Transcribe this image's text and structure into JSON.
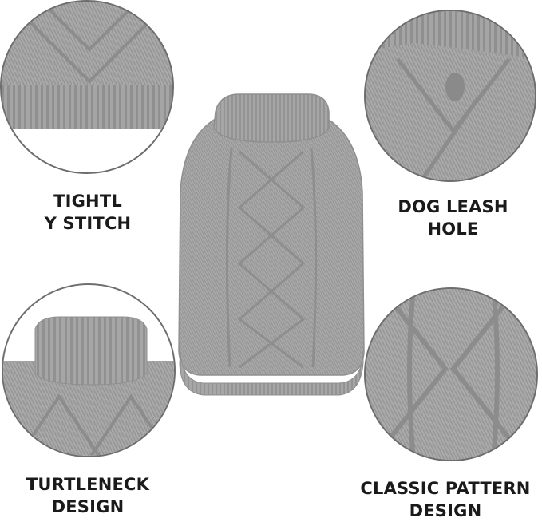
{
  "features": [
    {
      "id": "tight-stitch",
      "lines": [
        "TIGHTL",
        "Y STITCH"
      ]
    },
    {
      "id": "leash-hole",
      "lines": [
        "DOG LEASH",
        "HOLE"
      ]
    },
    {
      "id": "turtleneck",
      "lines": [
        "TURTLENECK",
        "DESIGN"
      ]
    },
    {
      "id": "classic-pattern",
      "lines": [
        "CLASSIC PATTERN",
        "DESIGN"
      ]
    }
  ],
  "colors": {
    "knit_base": "#a9a9a9",
    "knit_dark": "#8a8a8a",
    "knit_light": "#c4c4c4",
    "circle_border": "#6d6d6d",
    "label_text": "#1a1a1a"
  }
}
